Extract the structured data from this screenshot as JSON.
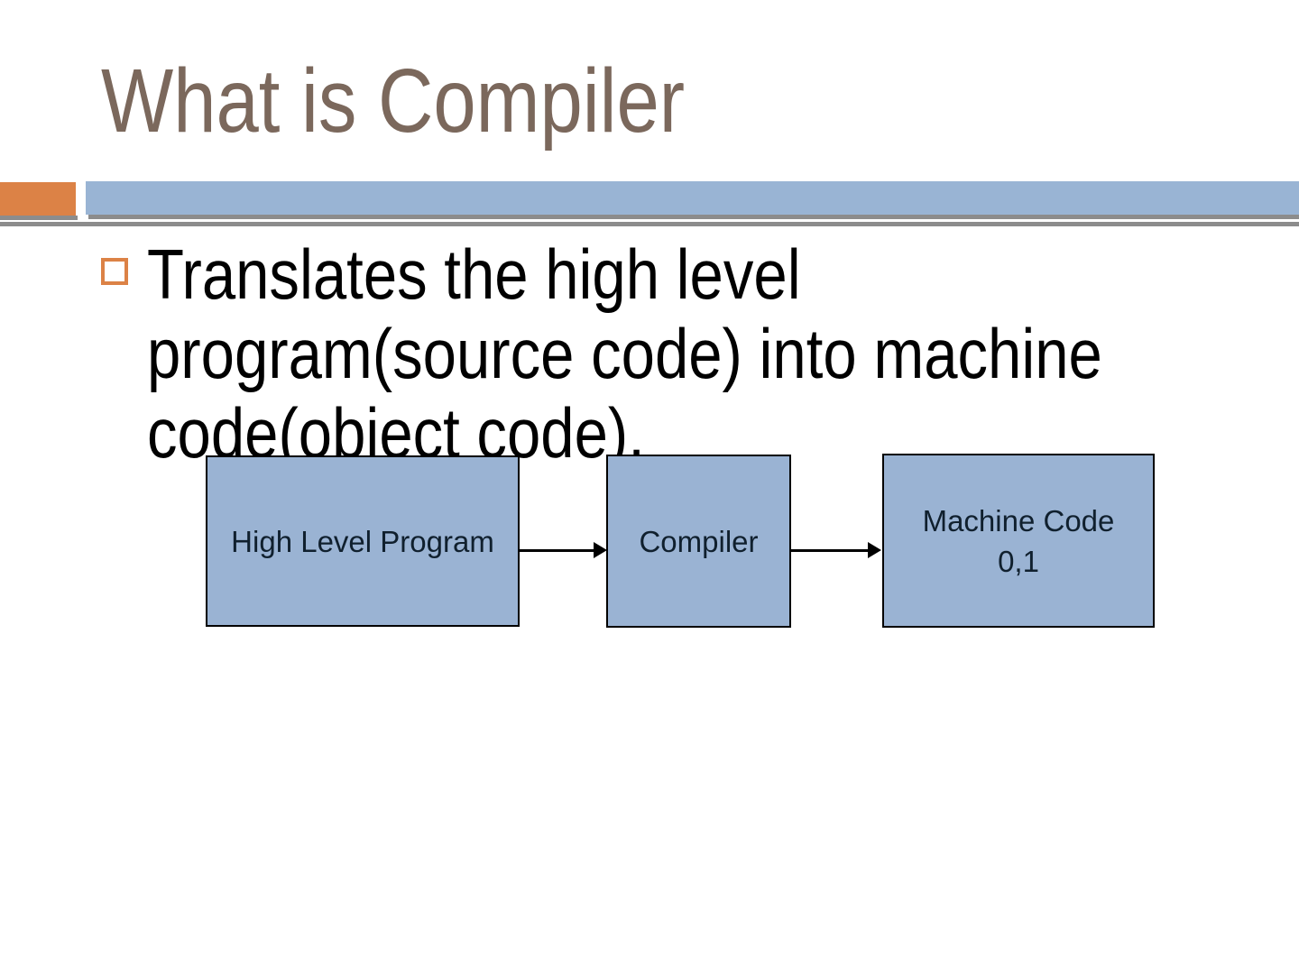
{
  "title": "What is Compiler",
  "bullet": {
    "lines": [
      "Translates the high level",
      "program(source code) into machine",
      "code(object code)."
    ]
  },
  "diagram": {
    "boxes": [
      {
        "id": "high-level-program",
        "lines": [
          "High Level Program"
        ]
      },
      {
        "id": "compiler",
        "lines": [
          "Compiler"
        ]
      },
      {
        "id": "machine-code",
        "lines": [
          "Machine Code",
          "0,1"
        ]
      }
    ],
    "arrows": [
      {
        "from": "high-level-program",
        "to": "compiler"
      },
      {
        "from": "compiler",
        "to": "machine-code"
      }
    ]
  },
  "colors": {
    "title_color": "#7B685C",
    "accent_orange": "#DC8246",
    "accent_blue": "#99B4D4",
    "rule_gray": "#8C8C8C",
    "body_text": "#000000",
    "box_fill": "#9AB3D3",
    "box_border": "#000000",
    "box_text": "#10202E"
  }
}
